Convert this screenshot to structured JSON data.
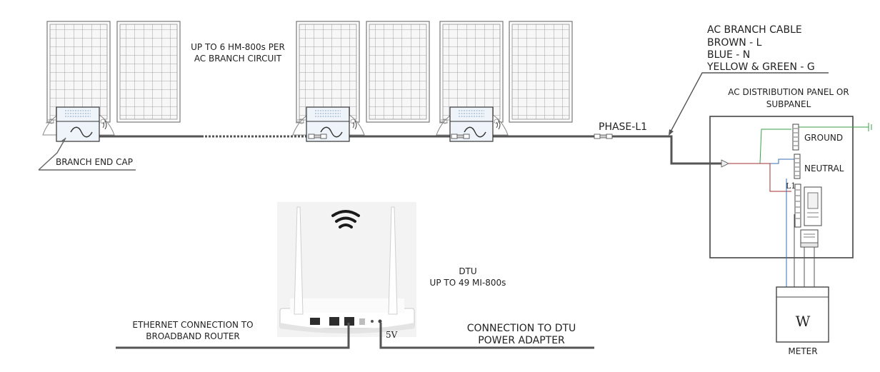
{
  "labels": {
    "per_branch_line1": "UP TO 6 HM-800s PER",
    "per_branch_line2": "AC BRANCH CIRCUIT",
    "branch_end_cap": "BRANCH END CAP",
    "cable_title": "AC BRANCH CABLE",
    "cable_brown": "BROWN - L",
    "cable_blue": "BLUE - N",
    "cable_yellow_green": "YELLOW & GREEN - G",
    "phase_l1": "PHASE-L1",
    "ac_panel_line1": "AC DISTRIBUTION PANEL OR",
    "ac_panel_line2": "SUBPANEL",
    "ground": "GROUND",
    "neutral": "NEUTRAL",
    "l1_bar": "L1",
    "dtu_title": "DTU",
    "dtu_capacity": "UP TO 49 MI-800s",
    "ethernet_line1": "ETHERNET CONNECTION TO",
    "ethernet_line2": "BROADBAND ROUTER",
    "power_line1": "CONNECTION TO DTU",
    "power_line2": "POWER ADAPTER",
    "five_volt": "5V",
    "meter_symbol": "W",
    "meter": "METER"
  },
  "icons": {
    "wifi": "wifi-icon",
    "sine": "sine-wave-icon",
    "wireless": "wireless-signal-icon"
  },
  "colors": {
    "trunk_cable": "#555555",
    "ground_wire": "#3aa04a",
    "neutral_wire": "#3b6fb6",
    "line_wire": "#a03030",
    "end_cap": "#b04a3a",
    "panel_grid": "#8c8c8c"
  }
}
